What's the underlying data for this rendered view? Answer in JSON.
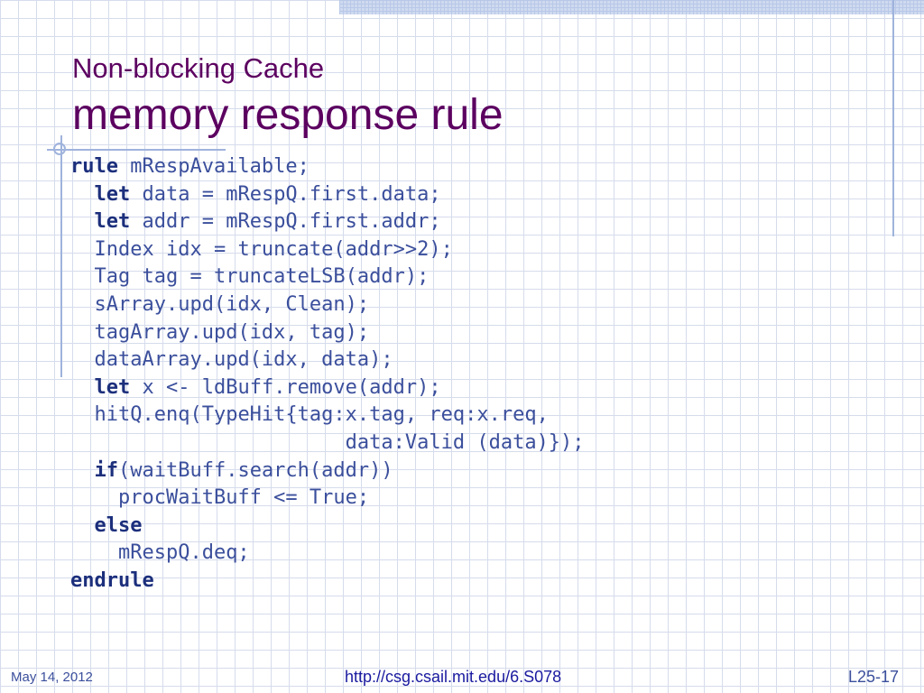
{
  "slide": {
    "title_line1": "Non-blocking Cache",
    "title_line2": "memory response rule"
  },
  "code": {
    "lines": [
      {
        "kw": "rule",
        "text": " mRespAvailable;"
      },
      {
        "indent": "  ",
        "kw": "let",
        "text": " data = mRespQ.first.data;"
      },
      {
        "indent": "  ",
        "kw": "let",
        "text": " addr = mRespQ.first.addr;"
      },
      {
        "indent": "  ",
        "text": "Index idx = truncate(addr>>2);"
      },
      {
        "indent": "  ",
        "text": "Tag tag = truncateLSB(addr);"
      },
      {
        "indent": "  ",
        "text": "sArray.upd(idx, Clean);"
      },
      {
        "indent": "  ",
        "text": "tagArray.upd(idx, tag);"
      },
      {
        "indent": "  ",
        "text": "dataArray.upd(idx, data);"
      },
      {
        "indent": "  ",
        "kw": "let",
        "text": " x <- ldBuff.remove(addr);"
      },
      {
        "indent": "  ",
        "text": "hitQ.enq(TypeHit{tag:x.tag, req:x.req,"
      },
      {
        "indent": "                       ",
        "text": "data:Valid (data)});"
      },
      {
        "indent": "  ",
        "kw": "if",
        "text": "(waitBuff.search(addr))"
      },
      {
        "indent": "    ",
        "text": "procWaitBuff <= True;"
      },
      {
        "indent": "  ",
        "kw": "else",
        "text": ""
      },
      {
        "indent": "    ",
        "text": "mRespQ.deq;"
      },
      {
        "kw": "endrule",
        "text": ""
      }
    ]
  },
  "footer": {
    "date": "May 14, 2012",
    "url": "http://csg.csail.mit.edu/6.S078",
    "page": "L25-17"
  }
}
